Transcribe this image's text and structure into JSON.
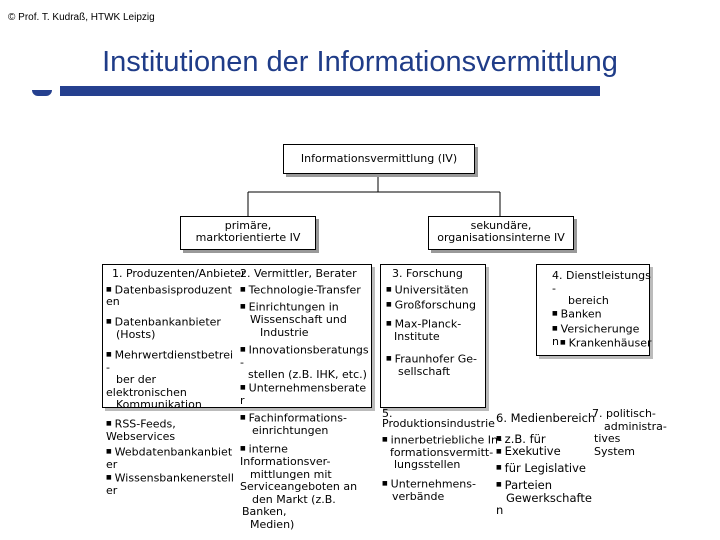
{
  "header": {
    "copyright": "© Prof. T. Kudraß, HTWK Leipzig",
    "title": "Institutionen der Informationsvermittlung"
  },
  "root": {
    "label": "Informationsvermittlung (IV)"
  },
  "level2": {
    "left": {
      "line1": "primäre,",
      "line2": "marktorientierte IV"
    },
    "right": {
      "line1": "sekundäre,",
      "line2": "organisationsinterne IV"
    }
  },
  "columns": {
    "col1": {
      "heading": "1. Produzenten/Anbieter",
      "items": [
        "Datenbasisproduzent",
        "en",
        "Datenbankanbieter",
        "(Hosts)",
        "Mehrwertdienstbetrei",
        "-",
        "ber der",
        "elektronischen",
        "Kommunikation",
        "RSS-Feeds,",
        "Webservices",
        "Webdatenbankanbiet",
        "er",
        "Wissensbankenerstell",
        "er"
      ]
    },
    "col2": {
      "heading": "2. Vermittler, Berater",
      "items": [
        "Technologie-Transfer",
        "Einrichtungen in",
        "Wissenschaft und",
        "Industrie",
        "Innovationsberatungs",
        "-",
        "stellen (z.B. IHK, etc.)",
        "Unternehmensberate",
        "r",
        "Fachinformations-",
        "einrichtungen",
        "interne",
        "Informationsver-",
        "mittlungen mit",
        "Serviceangeboten an",
        "den Markt (z.B.",
        "Banken,",
        "Medien)"
      ]
    },
    "col3": {
      "heading": "3. Forschung",
      "items": [
        "Universitäten",
        "Großforschung",
        "Max-Planck-",
        "Institute",
        "Fraunhofer Ge-",
        "sellschaft"
      ]
    },
    "col4": {
      "heading_line1": "4. Dienstleistungs",
      "heading_line2": "-",
      "heading_line3": "bereich",
      "items": [
        "Banken",
        "Versicherunge",
        "n",
        "Krankenhäuser"
      ]
    },
    "col5": {
      "heading_line1": "5.",
      "heading_line2": "Produktionsindustrie",
      "items": [
        "innerbetriebliche In-",
        "formationsvermitt-",
        "lungsstellen",
        "Unternehmens-",
        "verbände"
      ]
    },
    "col6": {
      "heading": "6. Medienbereich",
      "items": [
        "z.B. für",
        "Exekutive",
        "für Legislative",
        "Parteien",
        "Gewerkschafte",
        "n"
      ]
    },
    "col7": {
      "heading_line1": "7. politisch-",
      "heading_line2": "administra-",
      "heading_line3": "tives",
      "heading_line4": "System"
    }
  }
}
